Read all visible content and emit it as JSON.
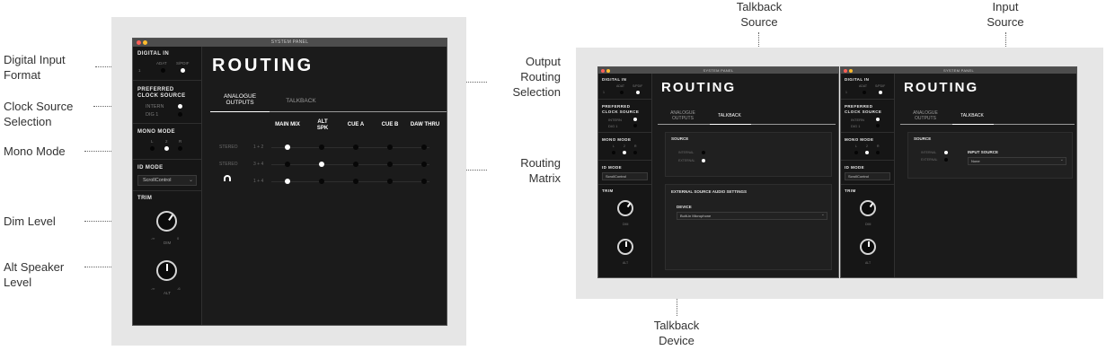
{
  "callouts": {
    "digital_input_format": [
      "Digital Input",
      "Format"
    ],
    "clock_source": [
      "Clock Source",
      "Selection"
    ],
    "mono_mode": "Mono Mode",
    "dim_level": "Dim Level",
    "alt_speaker": [
      "Alt Speaker",
      "Level"
    ],
    "output_routing": [
      "Output",
      "Routing",
      "Selection"
    ],
    "routing_matrix": [
      "Routing",
      "Matrix"
    ],
    "talkback_source": [
      "Talkback",
      "Source"
    ],
    "input_source": [
      "Input",
      "Source"
    ],
    "talkback_device": [
      "Talkback",
      "Device"
    ]
  },
  "window_title": "SYSTEM PANEL",
  "sidebar": {
    "digital_in": {
      "title": "DIGITAL IN",
      "options": [
        "ADAT",
        "S/PDIF"
      ],
      "value_label": "1"
    },
    "clock": {
      "title": [
        "PREFERRED",
        "CLOCK SOURCE"
      ],
      "options": [
        "INTERN",
        "DIG 1"
      ]
    },
    "mono": {
      "title": "MONO MODE",
      "options": [
        "L",
        "2",
        "R"
      ]
    },
    "id_mode": {
      "title": "ID MODE",
      "value": "ScrollControl"
    },
    "trim": {
      "title": "TRIM",
      "dim_label": "DIM",
      "alt_label": "ALT",
      "scale": [
        "-∞",
        "0",
        "-∞",
        "-6"
      ]
    }
  },
  "routing": {
    "title": "ROUTING",
    "tabs": [
      {
        "label": [
          "ANALOGUE",
          "OUTPUTS"
        ]
      },
      {
        "label": [
          "TALKBACK"
        ]
      }
    ],
    "columns": [
      [
        "MAIN MIX"
      ],
      [
        "ALT",
        "SPK"
      ],
      [
        "CUE A"
      ],
      [
        "CUE B"
      ],
      [
        "DAW THRU"
      ]
    ],
    "rows": [
      {
        "type": "STEREO",
        "channels": "1 + 2"
      },
      {
        "type": "STEREO",
        "channels": "3 + 4"
      },
      {
        "type": "headphones",
        "channels": "1 + 4"
      }
    ]
  },
  "talkback": {
    "source_title": "SOURCE",
    "source_options": [
      "INTERNAL",
      "EXTERNAL"
    ],
    "ext_title": "EXTERNAL SOURCE AUDIO SETTINGS",
    "device_label": "DEVICE",
    "device_value": "Built-in Microphone",
    "input_source_label": "INPUT SOURCE",
    "input_source_value": "None"
  }
}
